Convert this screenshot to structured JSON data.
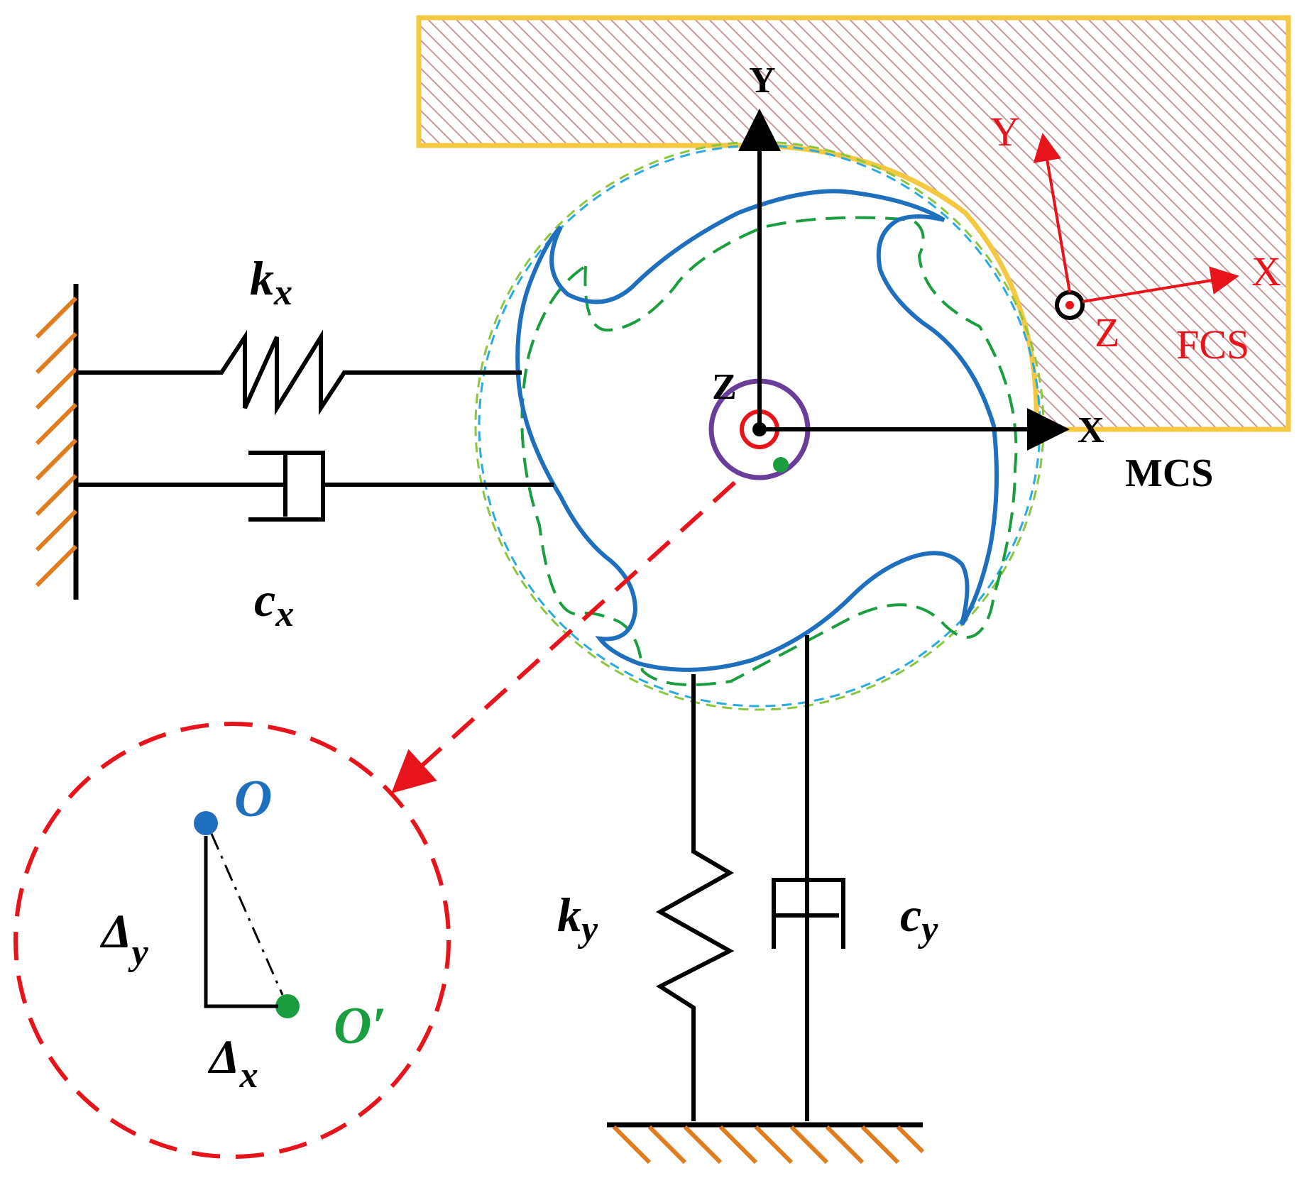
{
  "colors": {
    "black": "#000000",
    "red": "#e8141b",
    "blue": "#1f6fbf",
    "dark_green": "#1a9e3f",
    "light_green": "#8cc63f",
    "light_blue": "#29abe2",
    "workpiece_border": "#f5c842",
    "hatch": "#c99a9a",
    "ground_hatch": "#e07d1f",
    "purple": "#6a3d9a"
  },
  "labels": {
    "kx": {
      "main": "k",
      "sub": "x"
    },
    "cx": {
      "main": "c",
      "sub": "x"
    },
    "ky": {
      "main": "k",
      "sub": "y"
    },
    "cy": {
      "main": "c",
      "sub": "y"
    },
    "mcs_y": "Y",
    "mcs_x": "X",
    "mcs_z": "Z",
    "mcs_name": "MCS",
    "fcs_y": "Y",
    "fcs_x": "X",
    "fcs_z": "Z",
    "fcs_name": "FCS",
    "center_o": "O",
    "center_o_prime": "O′",
    "delta_x": {
      "main": "Δ",
      "sub": "x"
    },
    "delta_y": {
      "main": "Δ",
      "sub": "y"
    }
  }
}
